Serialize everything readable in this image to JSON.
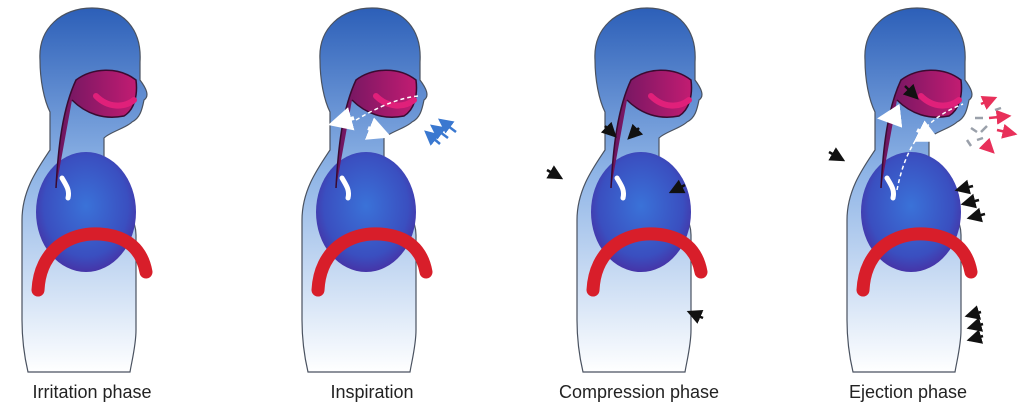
{
  "phases": [
    {
      "label": "Irritation phase"
    },
    {
      "label": "Inspiration"
    },
    {
      "label": "Compression phase"
    },
    {
      "label": "Ejection phase"
    }
  ],
  "colors": {
    "body_top": "#2c5fb8",
    "body_mid": "#8eb4e6",
    "body_bottom": "#ffffff",
    "lung_edge": "#4a2a9e",
    "lung_core": "#3a72d8",
    "airway": "#7b1a68",
    "airway_light": "#e0207a",
    "diaphragm": "#d81e2a",
    "air_arrow": "#ffffff",
    "inhale_arrow": "#3a78d0",
    "pressure_arrow": "#111111",
    "spray_red": "#e8305a",
    "spray_gray": "#9aa0aa"
  },
  "icons": {
    "air_flow": "white-arrow-icon",
    "inhale": "blue-arrow-icon",
    "pressure": "black-arrow-icon",
    "spray": "droplet-spray-icon"
  }
}
